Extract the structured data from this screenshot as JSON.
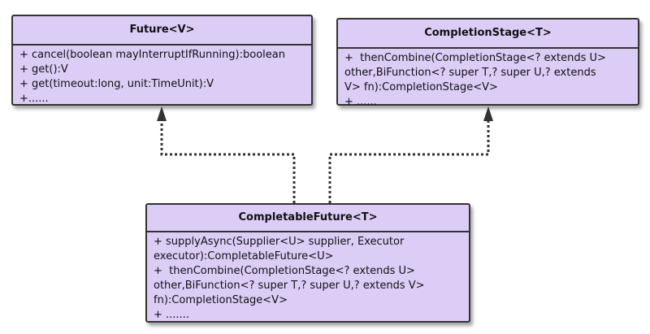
{
  "classes": {
    "future": {
      "title": "Future<V>",
      "members": [
        "+ cancel(boolean mayInterruptIfRunning):boolean",
        "+ get():V",
        "+ get(timeout:long, unit:TimeUnit):V",
        "+......"
      ]
    },
    "completion_stage": {
      "title": "CompletionStage<T>",
      "members": [
        "+  thenCombine(CompletionStage<? extends U>",
        "other,BiFunction<? super T,? super U,? extends",
        "V> fn):CompletionStage<V>",
        "+ ......"
      ]
    },
    "completable_future": {
      "title": "CompletableFuture<T>",
      "members": [
        "+ supplyAsync(Supplier<U> supplier, Executor",
        "executor):CompletableFuture<U>",
        "+  thenCombine(CompletionStage<? extends U>",
        "other,BiFunction<? super T,? super U,? extends V>",
        "fn):CompletionStage<V>",
        "+ ......."
      ]
    }
  },
  "relations": [
    {
      "from": "CompletableFuture<T>",
      "to": "Future<V>",
      "kind": "realization"
    },
    {
      "from": "CompletableFuture<T>",
      "to": "CompletionStage<T>",
      "kind": "realization"
    }
  ]
}
